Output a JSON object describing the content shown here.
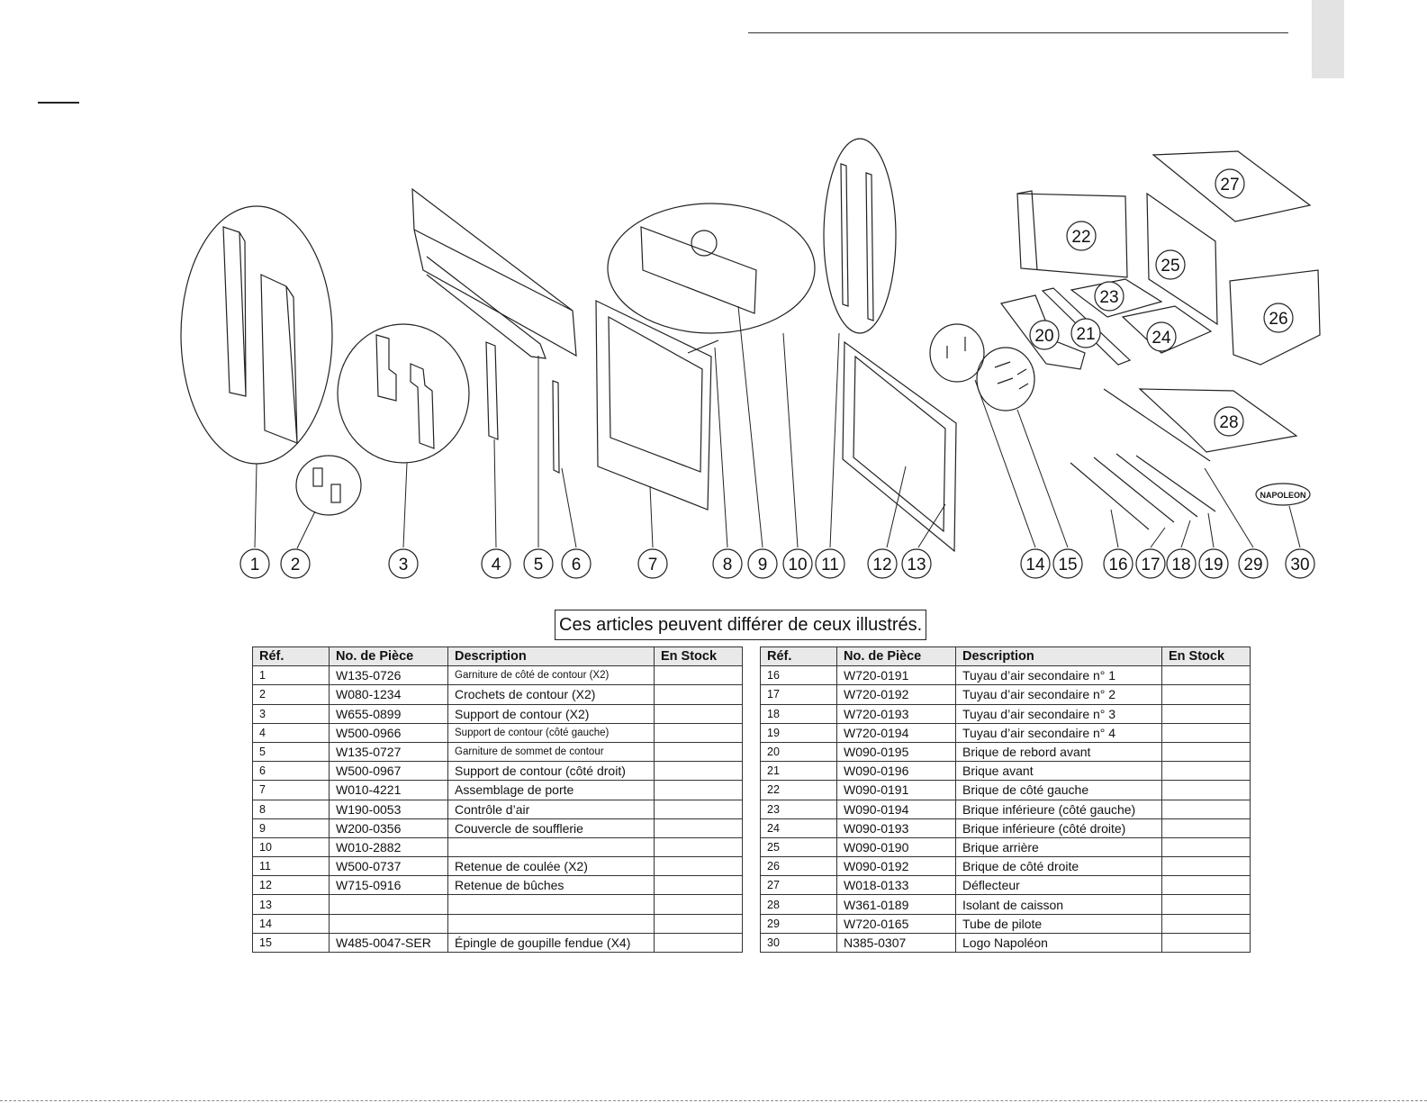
{
  "callout": "Ces articles peuvent différer de ceux illustrés.",
  "diagram": {
    "callout_numbers": [
      "1",
      "2",
      "3",
      "4",
      "5",
      "6",
      "7",
      "8",
      "9",
      "10",
      "11",
      "12",
      "13",
      "14",
      "15",
      "16",
      "17",
      "18",
      "19",
      "29",
      "30"
    ],
    "brick_numbers": [
      "22",
      "23",
      "24",
      "25",
      "26",
      "27",
      "28",
      "20",
      "21"
    ],
    "logo_text": "NAPOLEON"
  },
  "table": {
    "headers": [
      "Réf.",
      "No. de Pièce",
      "Description",
      "En Stock"
    ],
    "left_rows": [
      {
        "ref": "1",
        "part": "W135-0726",
        "desc": "Garniture de côté de contour (X2)",
        "small": true
      },
      {
        "ref": "2",
        "part": "W080-1234",
        "desc": "Crochets de contour (X2)"
      },
      {
        "ref": "3",
        "part": "W655-0899",
        "desc": "Support de contour (X2)"
      },
      {
        "ref": "4",
        "part": "W500-0966",
        "desc": "Support de contour (côté gauche)",
        "small": true
      },
      {
        "ref": "5",
        "part": "W135-0727",
        "desc": "Garniture de sommet de contour",
        "small": true
      },
      {
        "ref": "6",
        "part": "W500-0967",
        "desc": "Support de contour (côté droit)"
      },
      {
        "ref": "7",
        "part": "W010-4221",
        "desc": "Assemblage de porte"
      },
      {
        "ref": "8",
        "part": "W190-0053",
        "desc": "Contrôle d’air"
      },
      {
        "ref": "9",
        "part": "W200-0356",
        "desc": "Couvercle de soufflerie"
      },
      {
        "ref": "10",
        "part": "W010-2882",
        "desc": ""
      },
      {
        "ref": "11",
        "part": "W500-0737",
        "desc": "Retenue de coulée (X2)"
      },
      {
        "ref": "12",
        "part": "W715-0916",
        "desc": "Retenue de bûches"
      },
      {
        "ref": "13",
        "part": "",
        "desc": ""
      },
      {
        "ref": "14",
        "part": "",
        "desc": ""
      },
      {
        "ref": "15",
        "part": "W485-0047-SER",
        "desc": "Épingle de goupille fendue (X4)"
      }
    ],
    "right_rows": [
      {
        "ref": "16",
        "part": "W720-0191",
        "desc": "Tuyau d’air secondaire n° 1"
      },
      {
        "ref": "17",
        "part": "W720-0192",
        "desc": "Tuyau d’air secondaire n° 2"
      },
      {
        "ref": "18",
        "part": "W720-0193",
        "desc": "Tuyau d’air secondaire n° 3"
      },
      {
        "ref": "19",
        "part": "W720-0194",
        "desc": "Tuyau d’air secondaire n° 4"
      },
      {
        "ref": "20",
        "part": "W090-0195",
        "desc": "Brique de rebord avant"
      },
      {
        "ref": "21",
        "part": "W090-0196",
        "desc": "Brique avant"
      },
      {
        "ref": "22",
        "part": "W090-0191",
        "desc": "Brique de côté gauche"
      },
      {
        "ref": "23",
        "part": "W090-0194",
        "desc": "Brique inférieure (côté gauche)"
      },
      {
        "ref": "24",
        "part": "W090-0193",
        "desc": "Brique inférieure (côté droite)"
      },
      {
        "ref": "25",
        "part": "W090-0190",
        "desc": "Brique arrière"
      },
      {
        "ref": "26",
        "part": "W090-0192",
        "desc": "Brique de côté droite"
      },
      {
        "ref": "27",
        "part": "W018-0133",
        "desc": "Déflecteur"
      },
      {
        "ref": "28",
        "part": "W361-0189",
        "desc": "Isolant de caisson"
      },
      {
        "ref": "29",
        "part": "W720-0165",
        "desc": "Tube de pilote"
      },
      {
        "ref": "30",
        "part": "N385-0307",
        "desc": "Logo Napoléon"
      }
    ]
  }
}
